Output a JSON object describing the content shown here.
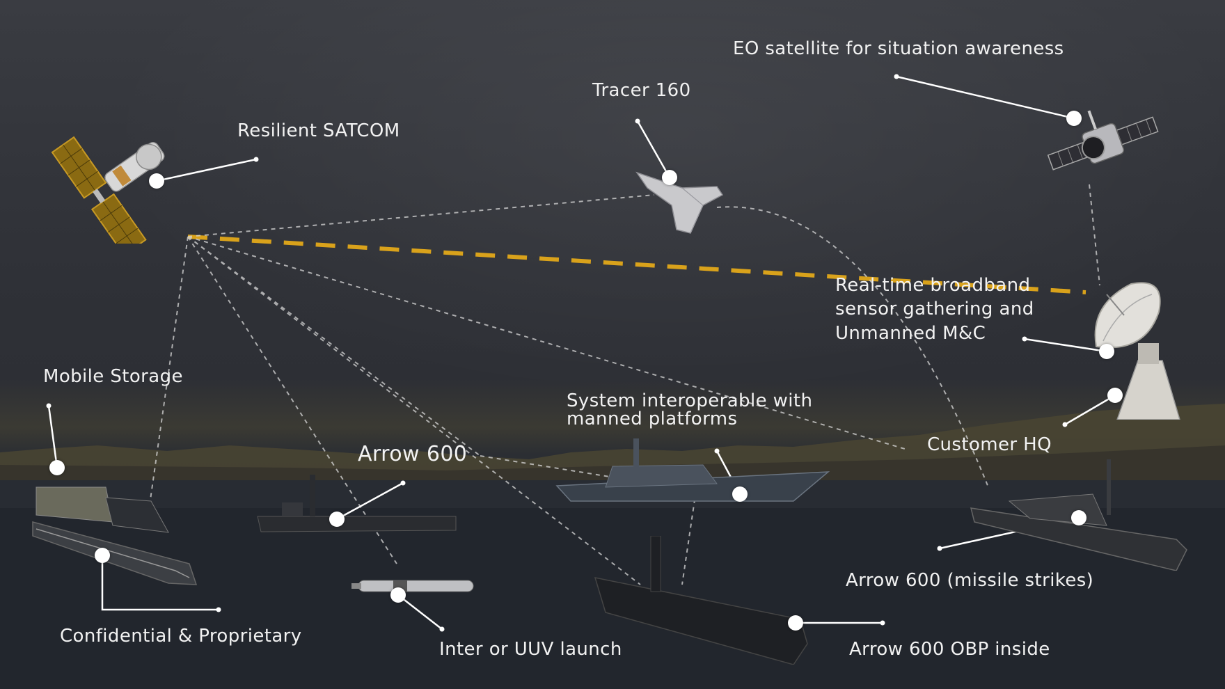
{
  "labels": {
    "eo_satellite": "EO satellite for situation awareness",
    "tracer": "Tracer 160",
    "satcom": "Resilient SATCOM",
    "broadband_1": "Real-time broadband",
    "broadband_2": "sensor gathering and",
    "broadband_3": "Unmanned M&C",
    "mobile_storage": "Mobile Storage",
    "interoperable_1": "System interoperable with",
    "interoperable_2": "manned platforms",
    "arrow600": "Arrow 600",
    "customer_hq": "Customer HQ",
    "missile": "Arrow 600 (missile strikes)",
    "confidential": "Confidential & Proprietary",
    "uuv": "Inter or UUV launch",
    "obp": "Arrow 600 OBP inside"
  },
  "colors": {
    "satcom_link": "#d9a21b",
    "wire": "#ffffff",
    "dashed_link": "#d8d8d8",
    "text": "#f2f2f2"
  },
  "icons": {
    "satcom": "satellite-icon",
    "eo": "eo-satellite-icon",
    "drone": "drone-icon",
    "dish": "ground-station-dish-icon"
  }
}
